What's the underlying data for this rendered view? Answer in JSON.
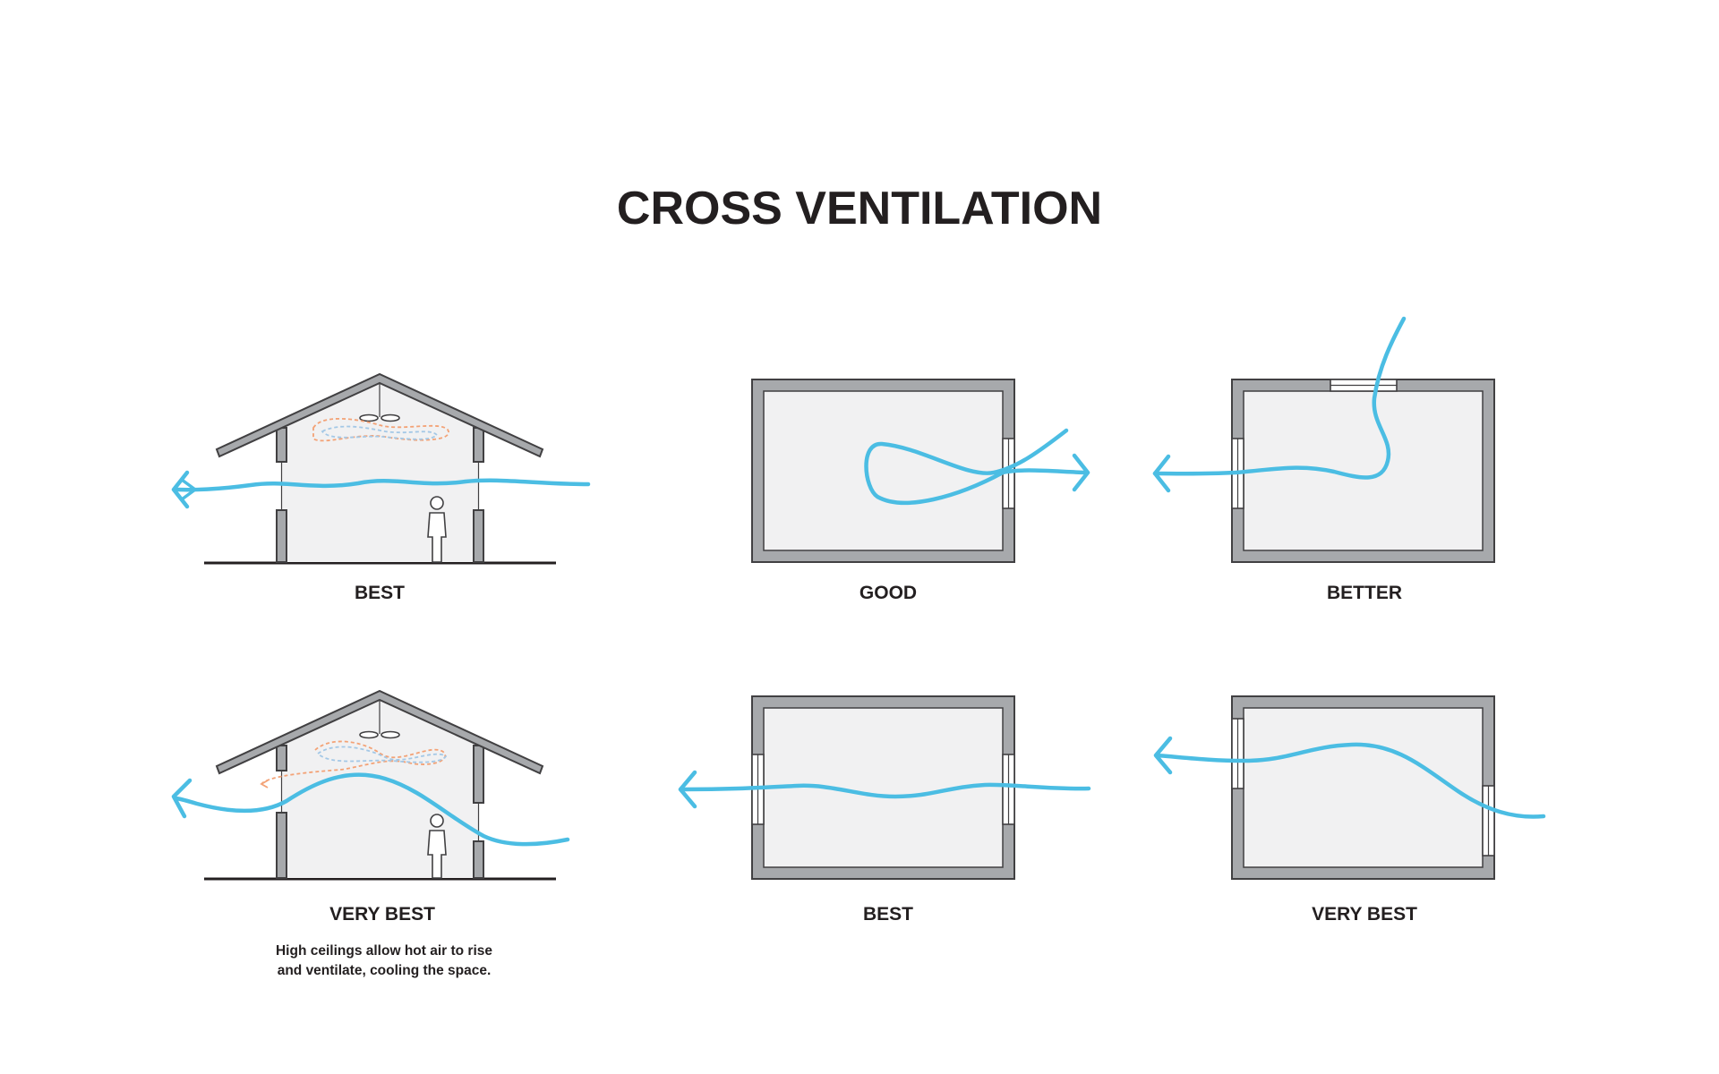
{
  "title": "CROSS VENTILATION",
  "panels": {
    "section_top": {
      "label": "BEST"
    },
    "plan_good": {
      "label": "GOOD"
    },
    "plan_better": {
      "label": "BETTER"
    },
    "section_bottom": {
      "label": "VERY BEST",
      "caption_line1": "High ceilings allow hot air to rise",
      "caption_line2": "and ventilate, cooling the space."
    },
    "plan_best": {
      "label": "BEST"
    },
    "plan_very_best": {
      "label": "VERY BEST"
    }
  },
  "colors": {
    "airflow": "#4bbde3",
    "wall": "#a7a9ac",
    "room_floor": "#f1f1f2",
    "hot_air": "#f3a276",
    "cool_air": "#a4c8e6",
    "text": "#231f20"
  }
}
